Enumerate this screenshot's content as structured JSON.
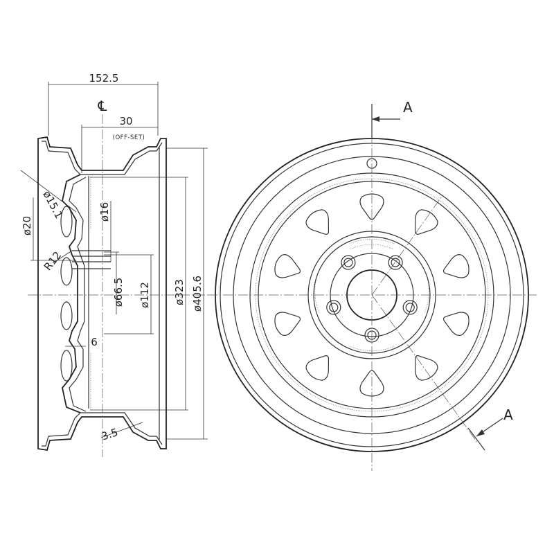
{
  "dimensions": {
    "width": "152.5",
    "offset": "30",
    "offset_note": "(OFF-SET)",
    "dia_20": "ø20",
    "dia_15_1": "ø15.1",
    "dia_16": "ø16",
    "r12": "R12",
    "dia_66_5": "ø66.5",
    "dia_112": "ø112",
    "dia_323": "ø323",
    "dia_405_6": "ø405.6",
    "thick_6": "6",
    "thick_3_5": "3.5"
  },
  "symbols": {
    "centerline": "℄"
  },
  "section": {
    "top_label": "A",
    "bottom_label": "A"
  }
}
